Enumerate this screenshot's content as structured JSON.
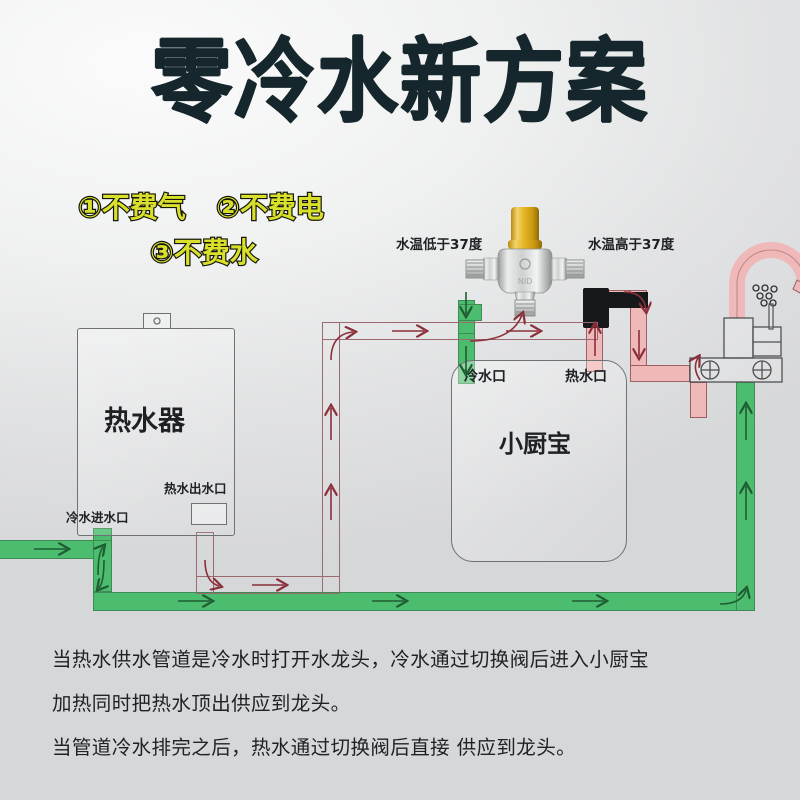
{
  "title": "零冷水新方案",
  "benefits": {
    "row1": [
      "①不费气",
      "②不费电"
    ],
    "row2": [
      "③不费水"
    ]
  },
  "diagram": {
    "water_heater": {
      "name": "热水器",
      "cold_inlet_label": "冷水进水口",
      "hot_outlet_label": "热水出水口"
    },
    "mini_heater": {
      "name": "小厨宝",
      "cold_port_label": "冷水口",
      "hot_port_label": "热水口"
    },
    "valve": {
      "left_label": "水温低于37度",
      "right_label": "水温高于37度"
    },
    "colors": {
      "cold_pipe": "#4cbd6e",
      "cold_pipe_stroke": "#3f8a55",
      "hot_pipe": "#f0b9b9",
      "hot_pipe_stroke": "#9b5f64",
      "hot_return_stroke": "#9b6a70",
      "connector": "#17181a",
      "brass": "#d6a61e",
      "chrome": "#cfd0cf"
    }
  },
  "description": {
    "line1": "当热水供水管道是冷水时打开水龙头，冷水通过切换阀后进入小厨宝",
    "line2": "加热同时把热水顶出供应到龙头。",
    "line3": "当管道冷水排完之后，热水通过切换阀后直接    供应到龙头。"
  }
}
